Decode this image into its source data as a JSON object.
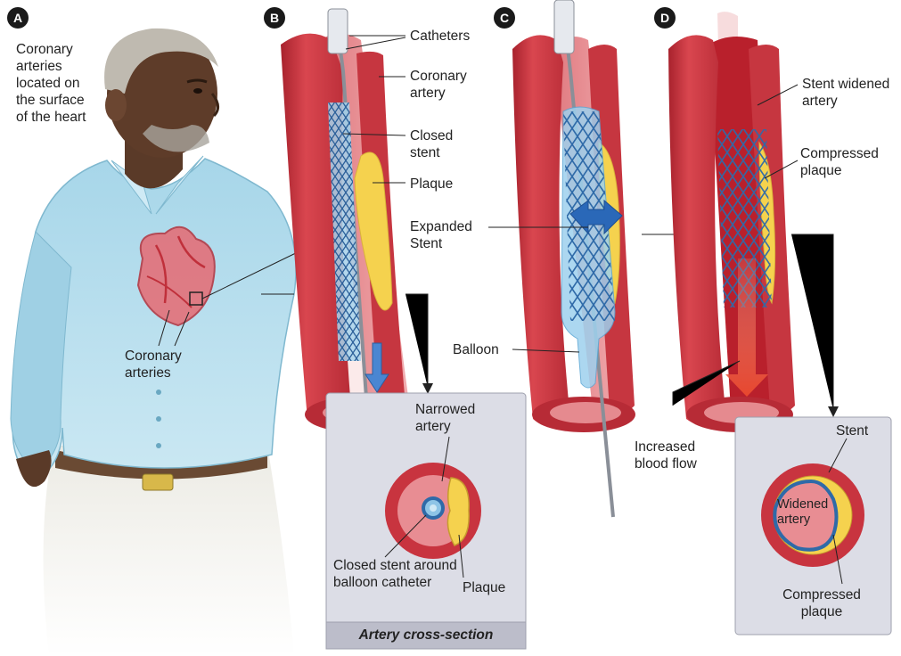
{
  "panels": {
    "a": {
      "badge": "A",
      "location_note": "Coronary arteries located on the surface of the heart",
      "coronary_label": "Coronary arteries"
    },
    "b": {
      "badge": "B",
      "catheters": "Catheters",
      "coronary_artery": "Coronary artery",
      "closed_stent": "Closed stent",
      "plaque": "Plaque",
      "expanded_stent": "Expanded Stent"
    },
    "c": {
      "badge": "C",
      "balloon": "Balloon"
    },
    "d": {
      "badge": "D",
      "stent_widened_artery": "Stent widened artery",
      "compressed_plaque": "Compressed plaque",
      "increased_blood_flow": "Increased blood flow"
    }
  },
  "cross_section_1": {
    "narrowed_artery": "Narrowed artery",
    "closed_stent_around": "Closed stent around balloon catheter",
    "plaque": "Plaque",
    "footer": "Artery cross-section"
  },
  "cross_section_2": {
    "stent": "Stent",
    "widened_artery": "Widened artery",
    "compressed_plaque": "Compressed plaque"
  },
  "colors": {
    "artery": "#c8343f",
    "artery_inner": "#e58a8f",
    "plaque": "#f5d24e",
    "stent": "#2f6aa8",
    "shirt": "#a9d8ea",
    "skin": "#5a3a28"
  }
}
